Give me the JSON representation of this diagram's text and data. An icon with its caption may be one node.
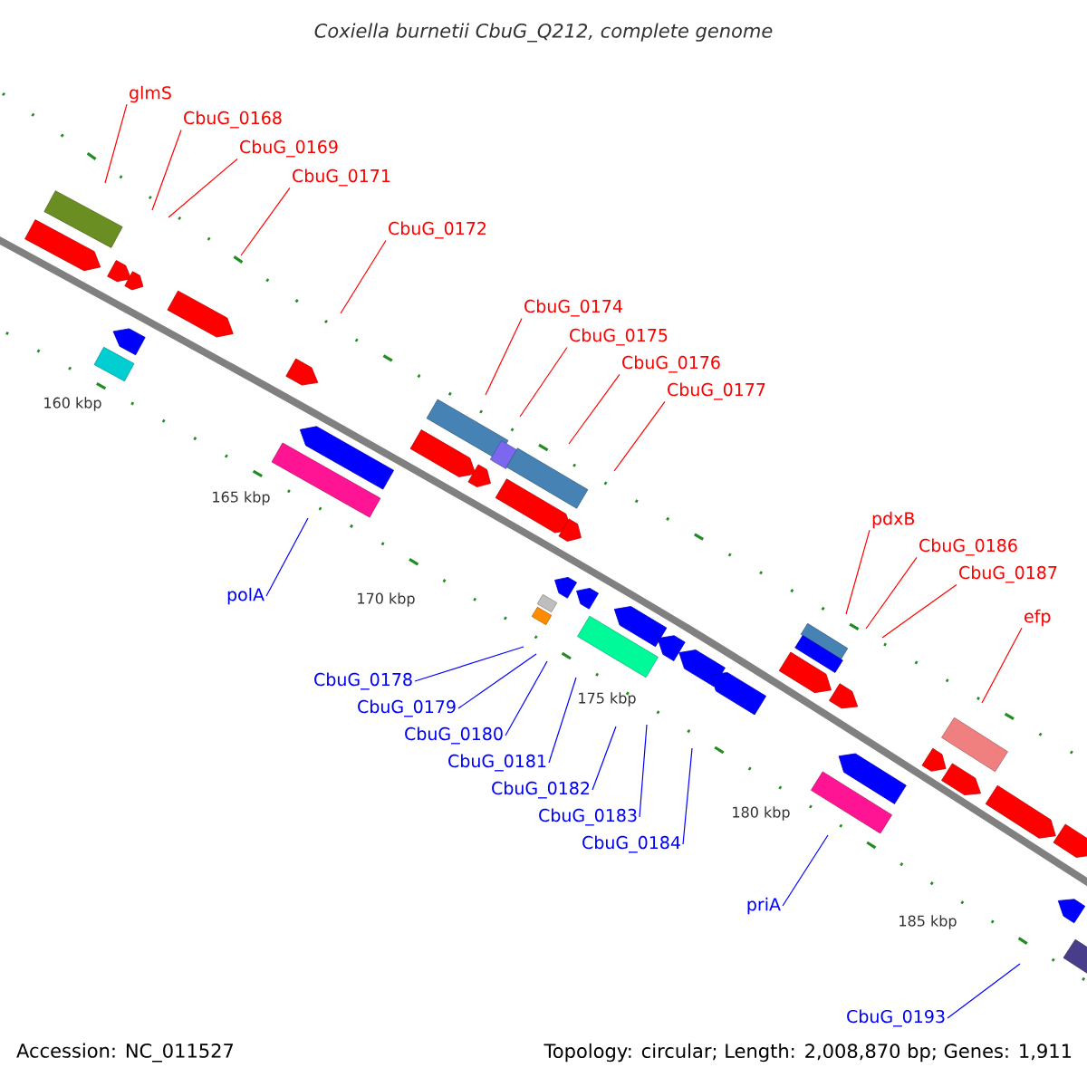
{
  "diagram": {
    "title": "Coxiella burnetii CbuG_Q212, complete genome",
    "nodes": [
      {
        "text": [
          "glmS"
        ]
      },
      {
        "text": [
          "CbuG_0168"
        ]
      },
      {
        "text": [
          "CbuG_0169"
        ]
      },
      {
        "text": [
          "CbuG_0171"
        ]
      },
      {
        "text": [
          "CbuG_0172"
        ]
      },
      {
        "text": [
          "CbuG_0174"
        ]
      },
      {
        "text": [
          "CbuG_0175"
        ]
      },
      {
        "text": [
          "CbuG_0176"
        ]
      },
      {
        "text": [
          "CbuG_0177"
        ]
      },
      {
        "text": [
          "pdxB"
        ]
      },
      {
        "text": [
          "CbuG_0186"
        ]
      },
      {
        "text": [
          "CbuG_0187"
        ]
      },
      {
        "text": [
          "efp"
        ]
      },
      {
        "text": [
          "polA"
        ]
      },
      {
        "text": [
          "CbuG_0178"
        ]
      },
      {
        "text": [
          "CbuG_0179"
        ]
      },
      {
        "text": [
          "CbuG_0180"
        ]
      },
      {
        "text": [
          "CbuG_0181"
        ]
      },
      {
        "text": [
          "CbuG_0182"
        ]
      },
      {
        "text": [
          "CbuG_0183"
        ]
      },
      {
        "text": [
          "CbuG_0184"
        ]
      },
      {
        "text": [
          "priA"
        ]
      },
      {
        "text": [
          "CbuG_0193"
        ]
      }
    ],
    "edges": [
      {
        "from": 0,
        "to": null,
        "arrow": "none"
      },
      {
        "from": 1,
        "to": null,
        "arrow": "none"
      },
      {
        "from": 2,
        "to": null,
        "arrow": "none"
      },
      {
        "from": 3,
        "to": null,
        "arrow": "none"
      },
      {
        "from": 4,
        "to": null,
        "arrow": "none"
      },
      {
        "from": 5,
        "to": null,
        "arrow": "none"
      },
      {
        "from": 6,
        "to": null,
        "arrow": "none"
      },
      {
        "from": 7,
        "to": null,
        "arrow": "none"
      },
      {
        "from": 8,
        "to": null,
        "arrow": "none"
      },
      {
        "from": 9,
        "to": null,
        "arrow": "none"
      },
      {
        "from": 10,
        "to": null,
        "arrow": "none"
      },
      {
        "from": 11,
        "to": null,
        "arrow": "none"
      },
      {
        "from": 12,
        "to": null,
        "arrow": "none"
      },
      {
        "from": 13,
        "to": null,
        "arrow": "none",
        "color": "#0000ff"
      },
      {
        "from": 14,
        "to": null,
        "arrow": "none",
        "color": "#0000ff"
      },
      {
        "from": 15,
        "to": null,
        "arrow": "none",
        "color": "#0000ff"
      },
      {
        "from": 16,
        "to": null,
        "arrow": "none",
        "color": "#0000ff"
      },
      {
        "from": 17,
        "to": null,
        "arrow": "none",
        "color": "#0000ff"
      },
      {
        "from": 18,
        "to": null,
        "arrow": "none",
        "color": "#0000ff"
      },
      {
        "from": 19,
        "to": null,
        "arrow": "none",
        "color": "#0000ff"
      },
      {
        "from": 20,
        "to": null,
        "arrow": "none",
        "color": "#0000ff"
      },
      {
        "from": 21,
        "to": null,
        "arrow": "none",
        "color": "#0000ff"
      },
      {
        "from": 22,
        "to": null,
        "arrow": "none",
        "color": "#0000ff"
      }
    ],
    "labels": [
      "160 kbp",
      "165 kbp",
      "170 kbp",
      "175 kbp",
      "180 kbp",
      "185 kbp",
      "Accession: NC_011527",
      "Topology: circular; Length: 2,008,870 bp; Genes: 1,911"
    ]
  }
}
